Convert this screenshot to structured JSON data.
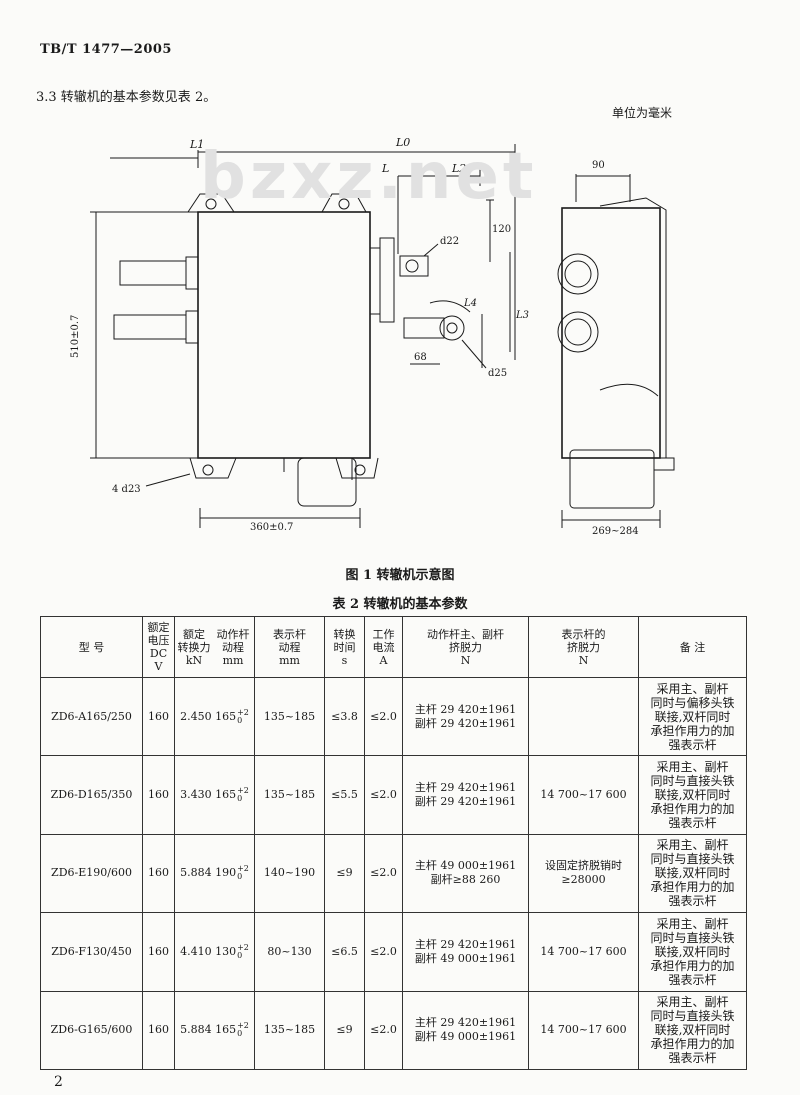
{
  "header": {
    "standard_no": "TB/T 1477—2005"
  },
  "clause": {
    "text": "3.3  转辙机的基本参数见表 2。"
  },
  "unit_note": "单位为毫米",
  "watermark": "bzxz.net",
  "drawing": {
    "labels": {
      "l1": "L1",
      "l0": "L0",
      "l": "L",
      "l2": "L2",
      "l3": "L3",
      "l4": "L4",
      "d90": "90",
      "d120": "120",
      "d22": "d22",
      "d25": "d25",
      "d68": "68",
      "height": "510±0.7",
      "holes": "4 d23",
      "width": "360±0.7",
      "depth": "269~284"
    }
  },
  "figure_caption": "图 1   转辙机示意图",
  "table_caption": "表 2   转辙机的基本参数",
  "table": {
    "headers": [
      [
        "型    号"
      ],
      [
        "额定",
        "电压",
        "DC V"
      ],
      [
        "额定",
        "转换力",
        "kN"
      ],
      [
        "动作杆",
        "动程",
        "mm"
      ],
      [
        "表示杆",
        "动程",
        "mm"
      ],
      [
        "转换",
        "时间",
        "s"
      ],
      [
        "工作",
        "电流",
        "A"
      ],
      [
        "动作杆主、副杆",
        "挤脱力",
        "N"
      ],
      [
        "表示杆的",
        "挤脱力",
        "N"
      ],
      [
        "备    注"
      ]
    ],
    "rows": [
      {
        "model": "ZD6-A165/250",
        "voltage": "160",
        "force": "2.450",
        "stroke": "165",
        "tol_up": "+2",
        "tol_down": "0",
        "indicator": "135~185",
        "time": "≤3.8",
        "current": "≤2.0",
        "squeeze_main": "主杆 29 420±1961",
        "squeeze_aux": "副杆 29 420±1961",
        "ind_squeeze": "",
        "remark": [
          "采用主、副杆",
          "同时与偏移头铁",
          "联接,双杆同时",
          "承担作用力的加",
          "强表示杆"
        ]
      },
      {
        "model": "ZD6-D165/350",
        "voltage": "160",
        "force": "3.430",
        "stroke": "165",
        "tol_up": "+2",
        "tol_down": "0",
        "indicator": "135~185",
        "time": "≤5.5",
        "current": "≤2.0",
        "squeeze_main": "主杆 29 420±1961",
        "squeeze_aux": "副杆 29 420±1961",
        "ind_squeeze": "14 700~17 600",
        "remark": [
          "采用主、副杆",
          "同时与直接头铁",
          "联接,双杆同时",
          "承担作用力的加",
          "强表示杆"
        ]
      },
      {
        "model": "ZD6-E190/600",
        "voltage": "160",
        "force": "5.884",
        "stroke": "190",
        "tol_up": "+2",
        "tol_down": "0",
        "indicator": "140~190",
        "time": "≤9",
        "current": "≤2.0",
        "squeeze_main": "主杆 49 000±1961",
        "squeeze_aux": "副杆≥88 260",
        "ind_squeeze": "设固定挤脱销时≥28000",
        "remark": [
          "采用主、副杆",
          "同时与直接头铁",
          "联接,双杆同时",
          "承担作用力的加",
          "强表示杆"
        ]
      },
      {
        "model": "ZD6-F130/450",
        "voltage": "160",
        "force": "4.410",
        "stroke": "130",
        "tol_up": "+2",
        "tol_down": "0",
        "indicator": "80~130",
        "time": "≤6.5",
        "current": "≤2.0",
        "squeeze_main": "主杆 29 420±1961",
        "squeeze_aux": "副杆 49 000±1961",
        "ind_squeeze": "14 700~17 600",
        "remark": [
          "采用主、副杆",
          "同时与直接头铁",
          "联接,双杆同时",
          "承担作用力的加",
          "强表示杆"
        ]
      },
      {
        "model": "ZD6-G165/600",
        "voltage": "160",
        "force": "5.884",
        "stroke": "165",
        "tol_up": "+2",
        "tol_down": "0",
        "indicator": "135~185",
        "time": "≤9",
        "current": "≤2.0",
        "squeeze_main": "主杆 29 420±1961",
        "squeeze_aux": "副杆 49 000±1961",
        "ind_squeeze": "14 700~17 600",
        "remark": [
          "采用主、副杆",
          "同时与直接头铁",
          "联接,双杆同时",
          "承担作用力的加",
          "强表示杆"
        ]
      }
    ]
  },
  "page_number": "2"
}
